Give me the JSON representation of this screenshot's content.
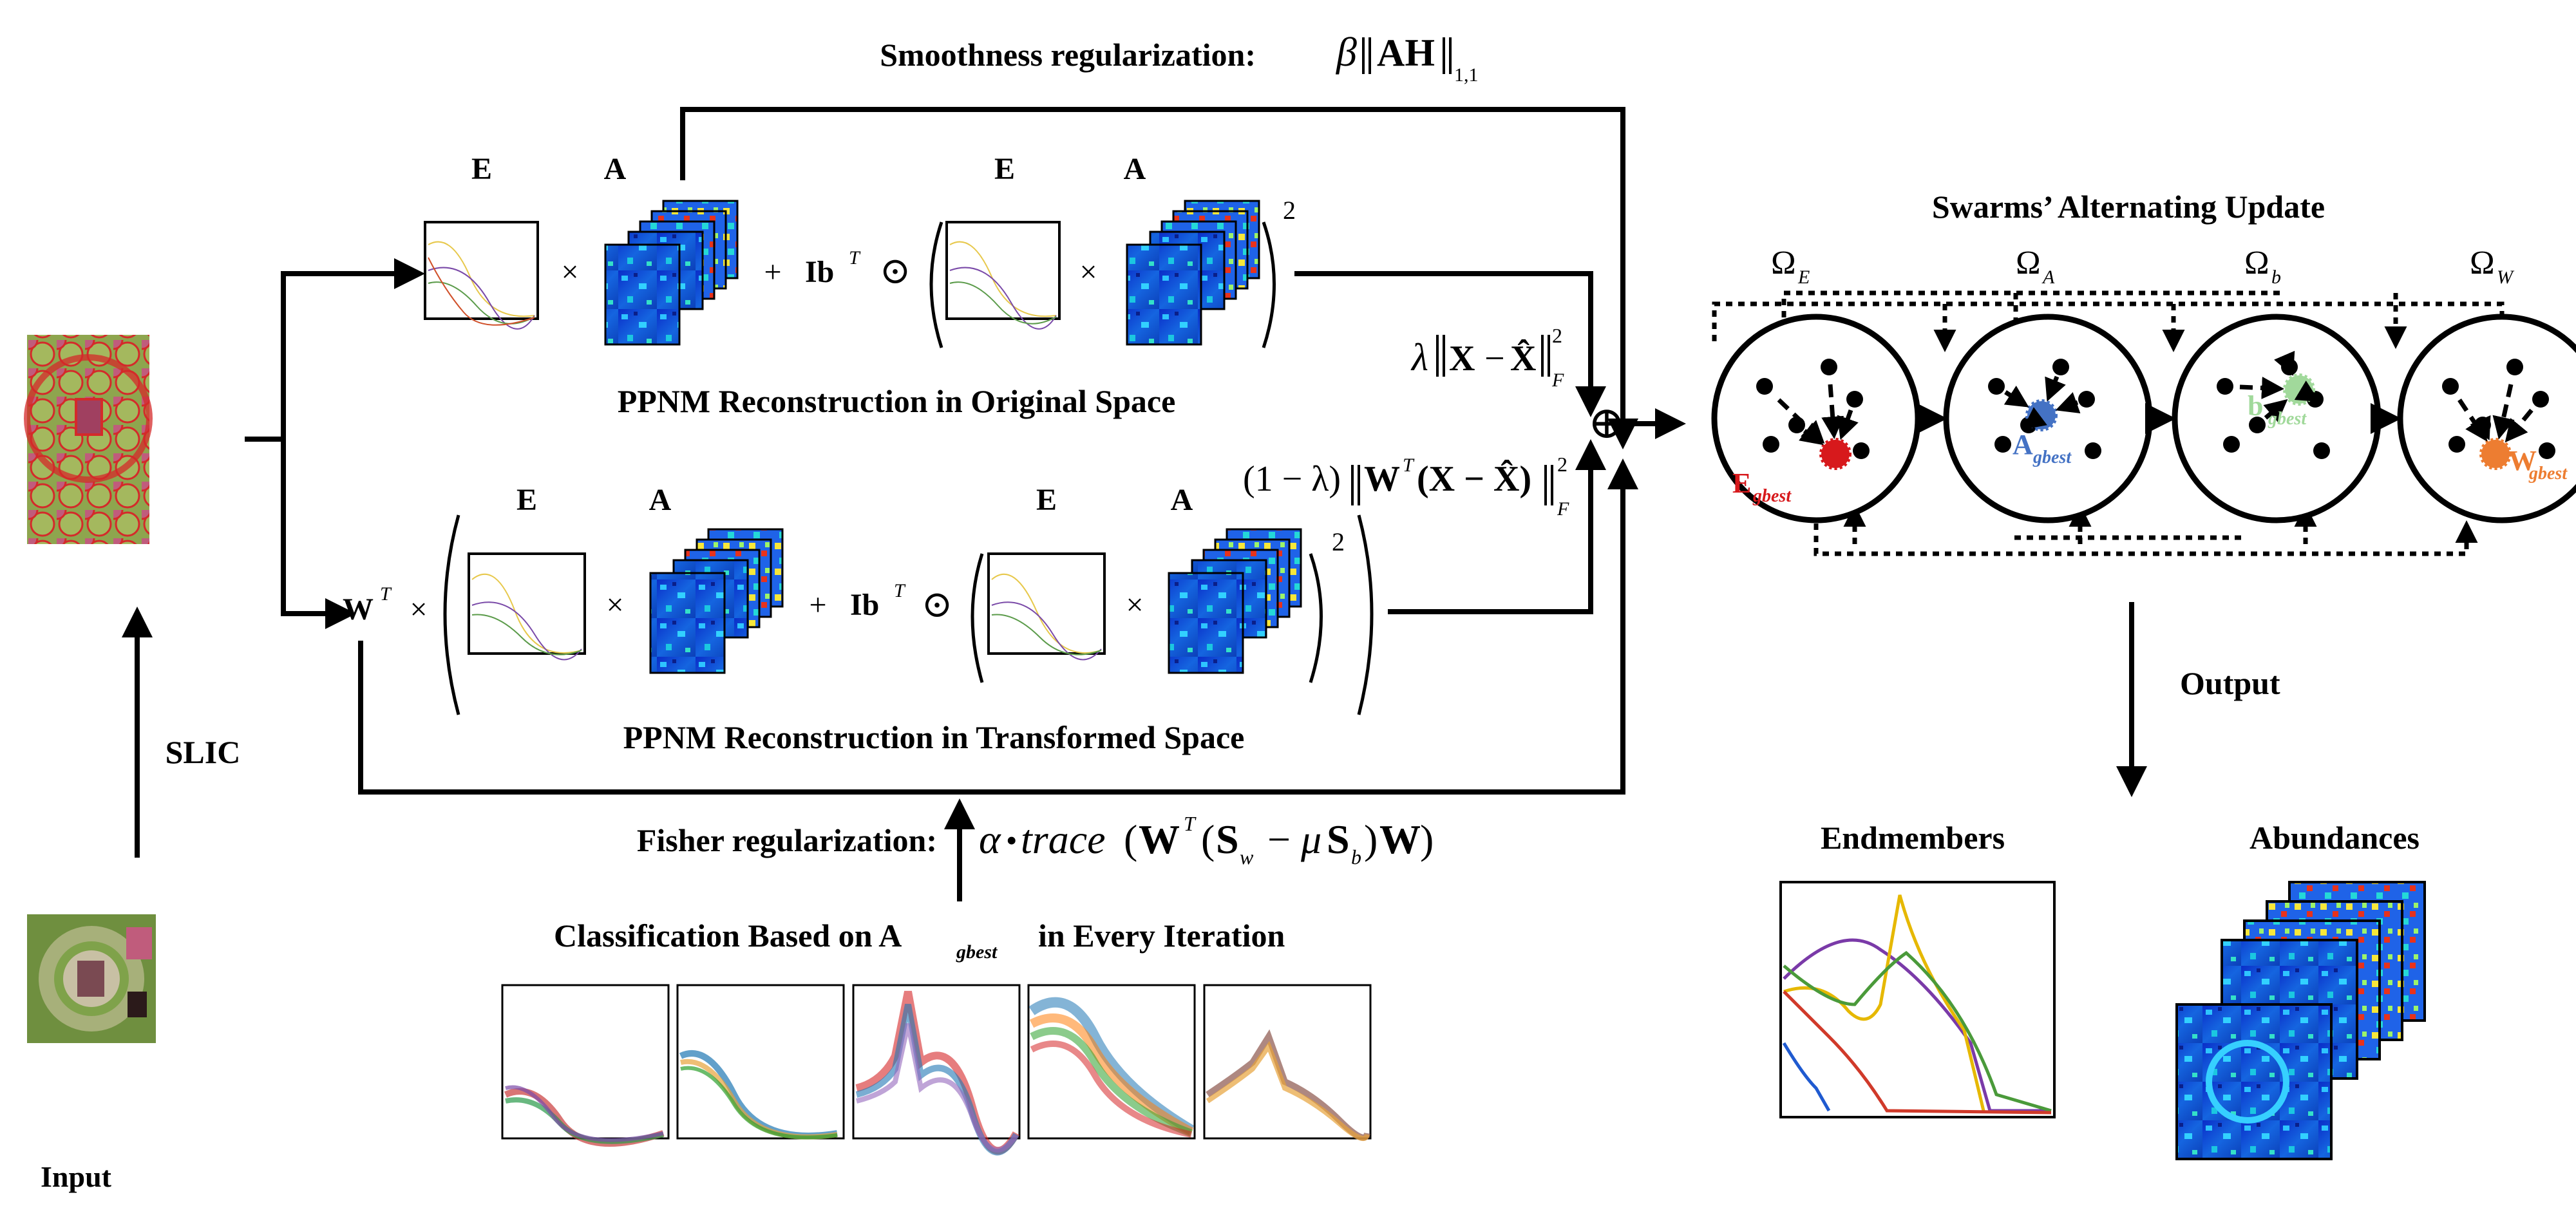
{
  "top": {
    "smooth_label": "Smoothness regularization:",
    "smooth_beta": "β",
    "smooth_term": "AH",
    "smooth_sub": "1,1"
  },
  "orig": {
    "title": "PPNM Reconstruction in Original Space",
    "E": "E",
    "A": "A",
    "times": "×",
    "plus": "+",
    "Ib": "Ib",
    "T": "T",
    "odot": "⊙",
    "sq": "2"
  },
  "trans": {
    "title": "PPNM Reconstruction in Transformed Space",
    "W": "W",
    "T": "T",
    "E": "E",
    "A": "A"
  },
  "loss": {
    "lambda": "λ",
    "X": "X",
    "minus": "−",
    "Xhat": "X̂",
    "F": "F",
    "sq": "2",
    "one_minus_lambda": "(1 − λ)",
    "W": "W",
    "T": "T",
    "XmXhat": "(X − X̂)",
    "oplus": "⊕"
  },
  "fisher": {
    "label": "Fisher regularization:",
    "alpha": "α",
    "bullet": "•",
    "trace": "trace",
    "W": "W",
    "T": "T",
    "S": "S",
    "w": "w",
    "mu": "μ",
    "b": "b"
  },
  "classification": {
    "title": "Classification Based on A",
    "sub": "gbest",
    "title_tail": "in Every Iteration"
  },
  "left": {
    "slic": "SLIC",
    "input": "Input"
  },
  "swarms": {
    "title": "Swarms’ Alternating Update",
    "omega": "Ω",
    "subs": [
      "E",
      "A",
      "b",
      "W"
    ],
    "gbest_letters": [
      "E",
      "A",
      "b",
      "W"
    ],
    "gbest_sub": "gbest",
    "colors": [
      "#d7191c",
      "#4472c4",
      "#a1d99b",
      "#ed7d31"
    ]
  },
  "output": {
    "label": "Output",
    "endmembers": "Endmembers",
    "abundances": "Abundances"
  }
}
